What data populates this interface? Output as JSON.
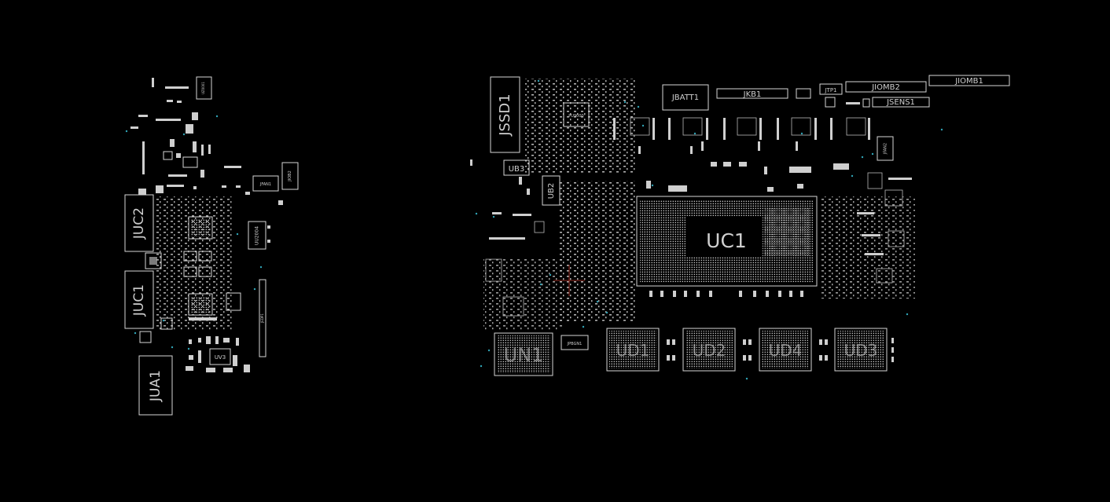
{
  "left_board": {
    "labels": {
      "juc2": "JUC2",
      "juc1": "JUC1",
      "jua1": "JUA1",
      "uv3": "UV3",
      "uu2004": "UU2004",
      "jfan1": "JFAN1",
      "jiob2": "JIOB2",
      "jedp1": "JEDP1",
      "top_chip": "UZ0001"
    }
  },
  "right_board": {
    "labels": {
      "jssd1": "JSSD1",
      "ub3": "UB3",
      "ub2": "UB2",
      "un1": "UN1",
      "jpbgn1": "JPBGN1",
      "pu9000": "PU9000",
      "jbatt1": "JBATT1",
      "jkb1": "JKB1",
      "jtp1": "JTP1",
      "jiomb2": "JIOMB2",
      "jiomb1": "JIOMB1",
      "jsens1": "JSENS1",
      "jfan2": "JFAN2",
      "uc1": "UC1",
      "ud1": "UD1",
      "ud2": "UD2",
      "ud4": "UD4",
      "ud3": "UD3"
    }
  },
  "colors": {
    "background": "#000000",
    "outline": "#d6d6d6",
    "via": "#2fa3b5",
    "marker": "#c0392b"
  }
}
